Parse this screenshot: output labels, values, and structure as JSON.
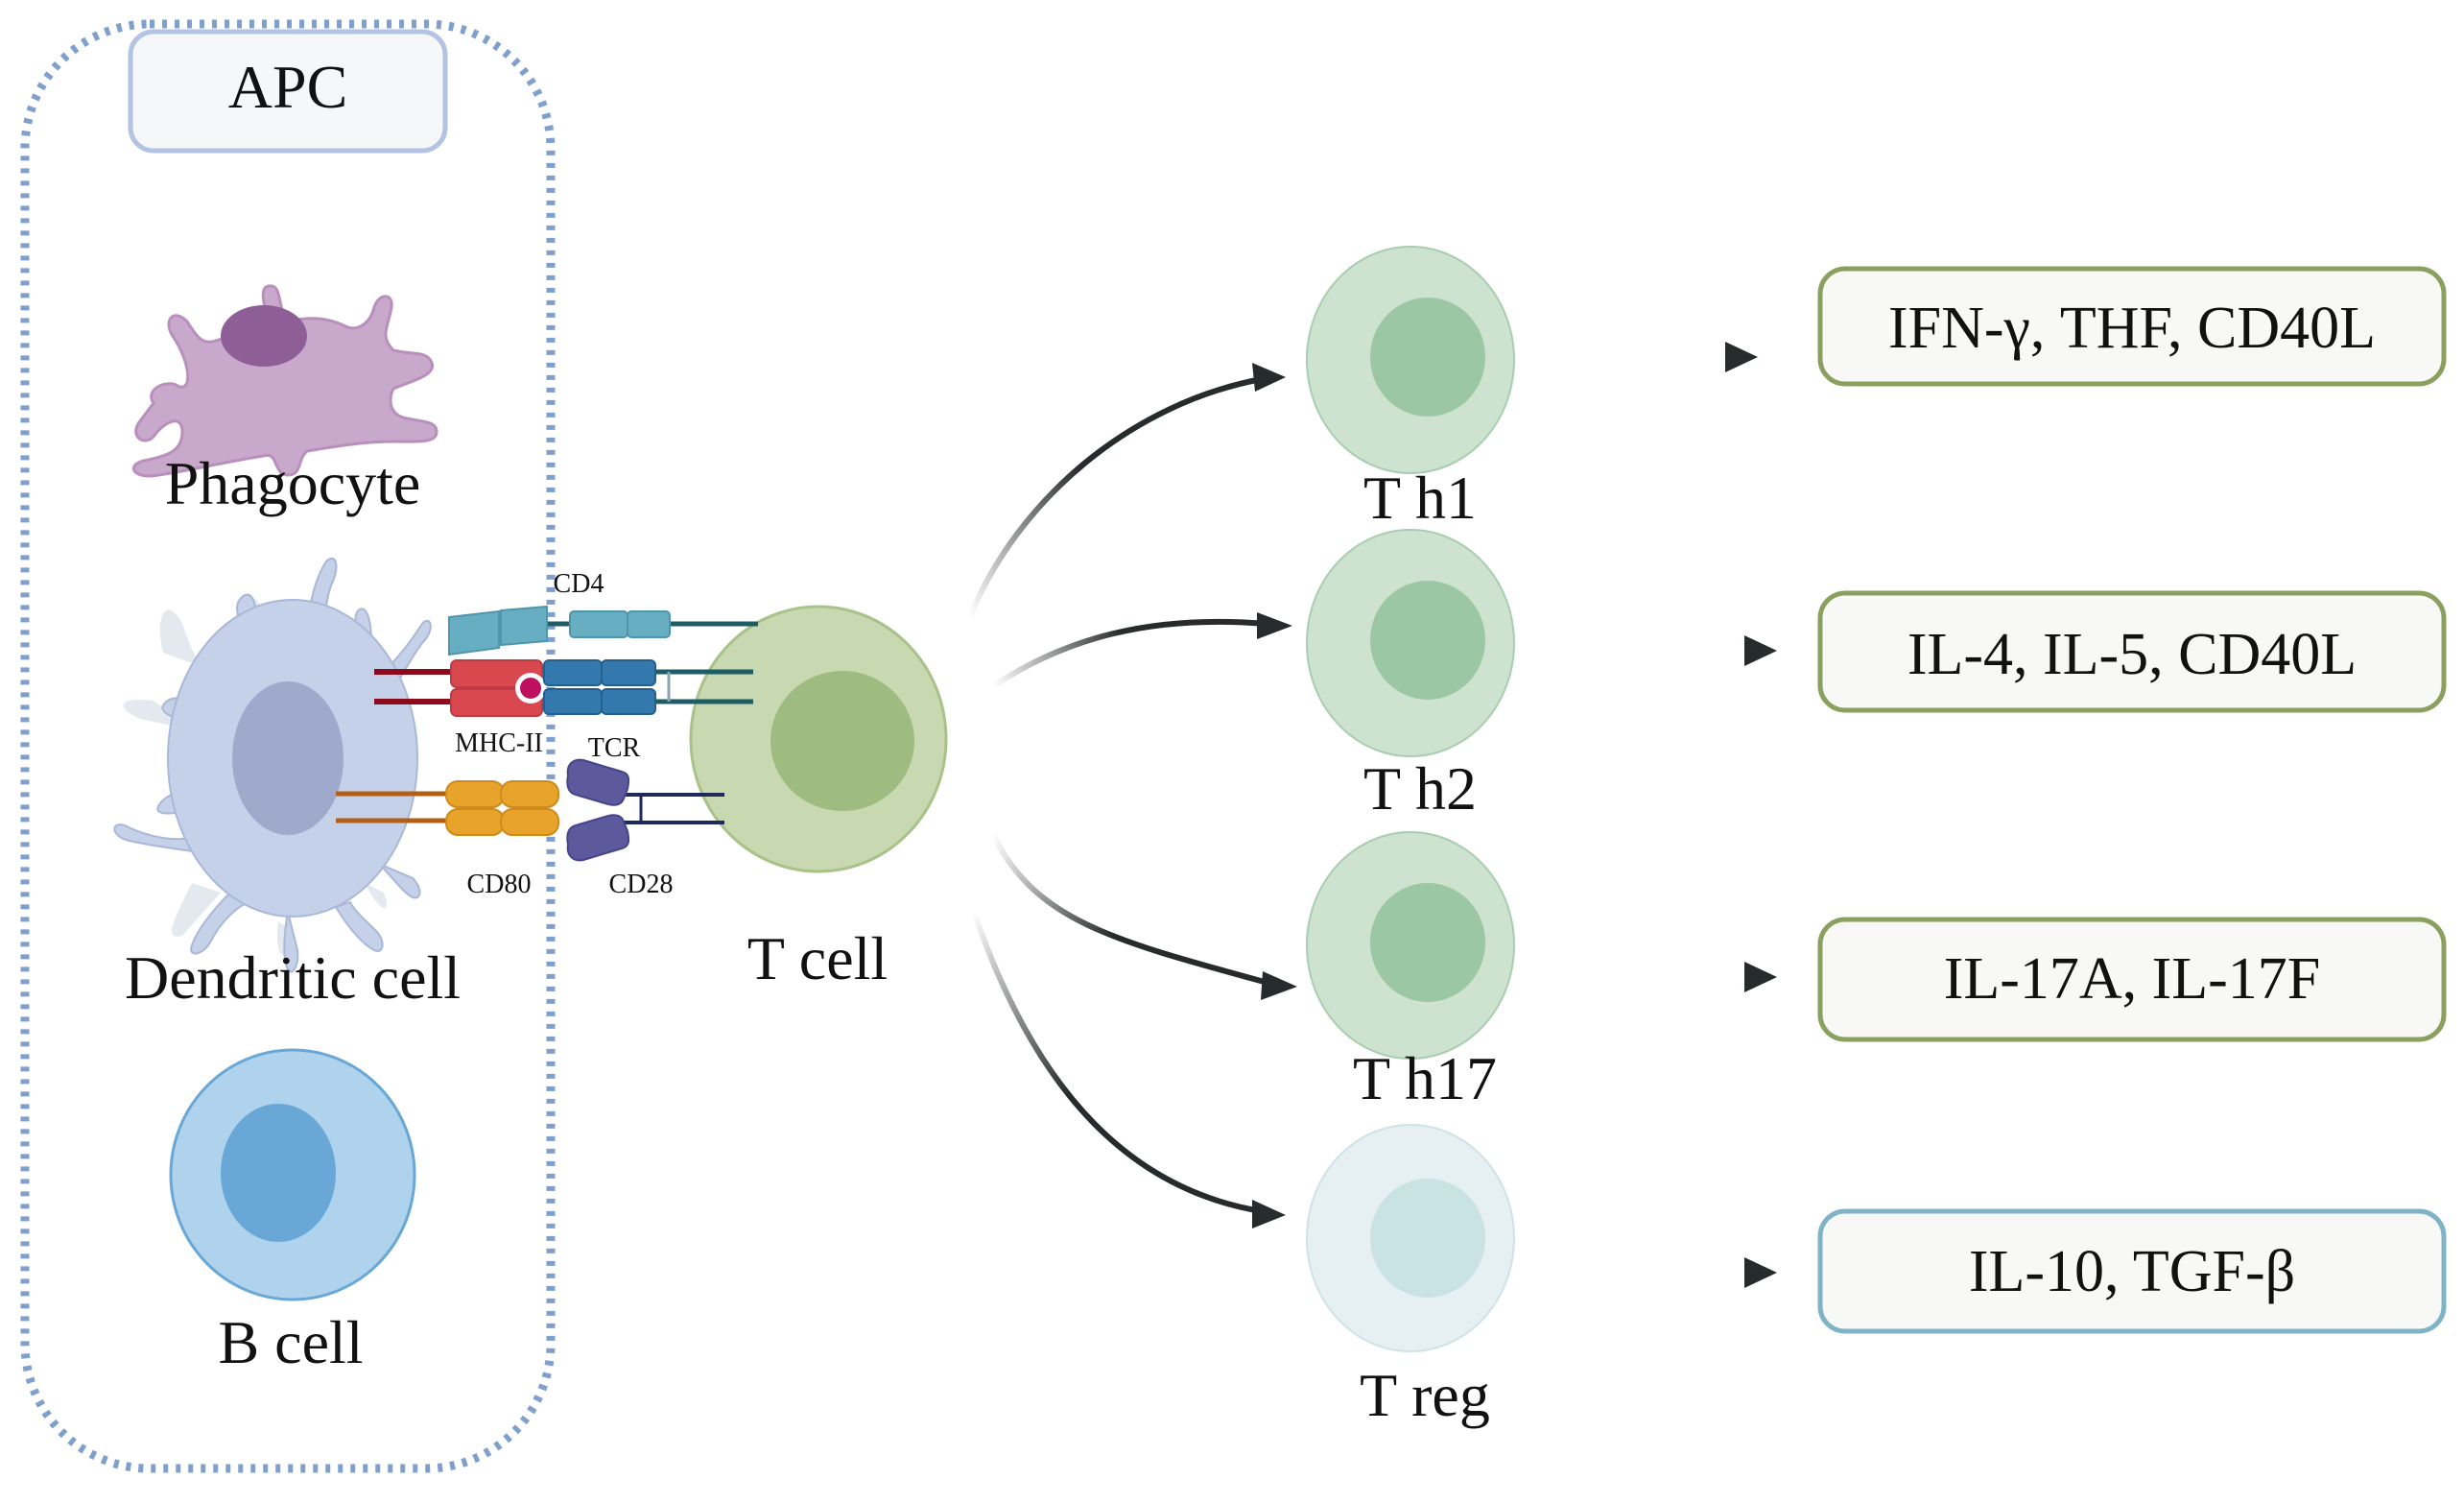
{
  "apc_group": {
    "title": "APC",
    "cells": [
      {
        "id": "phagocyte",
        "label": "Phagocyte"
      },
      {
        "id": "dendritic",
        "label": "Dendritic cell"
      },
      {
        "id": "bcell",
        "label": "B cell"
      }
    ]
  },
  "synapse": {
    "molecules": {
      "cd4": "CD4",
      "mhc": "MHC-II",
      "tcr": "TCR",
      "cd80": "CD80",
      "cd28": "CD28"
    }
  },
  "tcell": {
    "label": "T cell"
  },
  "subsets": [
    {
      "id": "th1",
      "label": "T h1",
      "cytokines": "IFN-γ, THF, CD40L",
      "color": "#8aa05f"
    },
    {
      "id": "th2",
      "label": "T h2",
      "cytokines": "IL-4, IL-5, CD40L",
      "color": "#8aa05f"
    },
    {
      "id": "th17",
      "label": "T h17",
      "cytokines": "IL-17A, IL-17F",
      "color": "#8aa05f"
    },
    {
      "id": "treg",
      "label": "T reg",
      "cytokines": "IL-10, TGF-β",
      "color": "#7fb3c6"
    }
  ],
  "colors": {
    "apc_border": "#7f9fcc",
    "phagocyte": "#c8a8cb",
    "phagocyte_nucleus": "#8e5e96",
    "dendritic": "#c5d1e8",
    "dendritic_nucleus": "#9ea9cb",
    "bcell": "#afd3ec",
    "bcell_nucleus": "#68a7d6",
    "tcell": "#c8d8b0",
    "tcell_nucleus": "#9fbc80",
    "th_cell": "#cde3cf",
    "th_nucleus": "#9cc7a4",
    "treg_cell": "#e6eff1",
    "treg_nucleus": "#c9e3e4",
    "cd4": "#67aec3",
    "mhc": "#d9484f",
    "peptide": "#bf1060",
    "tcr": "#3479ad",
    "cd80": "#e8a32a",
    "cd28": "#5c5a9c",
    "arrow": "#262b2c"
  }
}
